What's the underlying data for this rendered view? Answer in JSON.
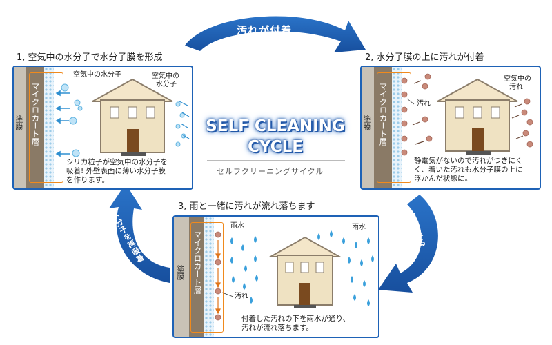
{
  "arrows": {
    "top": "汚れが付着",
    "right": "雨が降る",
    "left": "水分子を再吸着"
  },
  "center": {
    "title_line1": "SELF CLEANING",
    "title_line2": "CYCLE",
    "subtitle": "セルフクリーニングサイクル"
  },
  "step1": {
    "title": "1, 空気中の水分子で水分子膜を形成",
    "paint_label": "塗膜",
    "layer_label": "マイクロカート層",
    "label_a": "空気中の水分子",
    "label_b_line1": "空気中の",
    "label_b_line2": "水分子",
    "caption_line1": "シリカ粒子が空気中の水分子を",
    "caption_line2": "吸着! 外壁表面に薄い水分子膜",
    "caption_line3": "を作ります。"
  },
  "step2": {
    "title": "2, 水分子膜の上に汚れが付着",
    "paint_label": "塗膜",
    "layer_label": "マイクロカート層",
    "label_dirt": "汚れ",
    "label_air_line1": "空気中の",
    "label_air_line2": "汚れ",
    "caption_line1": "静電気がないので汚れがつきにく",
    "caption_line2": "く、着いた汚れも水分子膜の上に",
    "caption_line3": "浮かんだ状態に。"
  },
  "step3": {
    "title": "3, 雨と一緒に汚れが流れ落ちます",
    "paint_label": "塗膜",
    "layer_label": "マイクロカート層",
    "label_rain_left": "雨水",
    "label_rain_right": "雨水",
    "label_dirt": "汚れ",
    "caption_line1": "付着した汚れの下を雨水が通り、",
    "caption_line2": "汚れが流れ落ちます。"
  },
  "colors": {
    "arrow_blue": "#1e5fb4",
    "panel_border": "#1e62b6",
    "orange": "#f08a1d",
    "dirt": "#c98a7a",
    "water": "#3aa0dc"
  }
}
